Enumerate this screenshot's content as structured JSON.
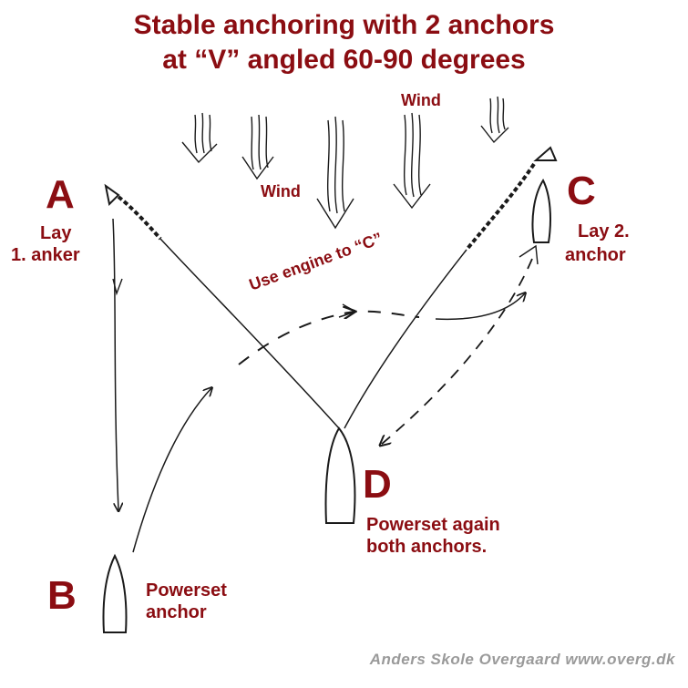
{
  "title": {
    "line1": "Stable anchoring with 2 anchors",
    "line2": "at “V” angled 60-90 degrees"
  },
  "wind_labels": [
    "Wind",
    "Wind"
  ],
  "points": {
    "a": {
      "letter": "A",
      "note": [
        "Lay",
        "1. anker"
      ]
    },
    "b": {
      "letter": "B",
      "note": [
        "Powerset",
        "anchor"
      ]
    },
    "c": {
      "letter": "C",
      "note": [
        "Lay 2.",
        "anchor"
      ]
    },
    "d": {
      "letter": "D",
      "note": [
        "Powerset again",
        "both anchors."
      ]
    }
  },
  "engine_note": "Use engine to “C”",
  "footer": "Anders Skole Overgaard www.overg.dk",
  "colors": {
    "label": "#8b0d12",
    "ink": "#1a1a1a",
    "footer": "#9a9a9a"
  },
  "icons": [
    "anchor-icon",
    "boat-icon",
    "wind-arrow-icon"
  ]
}
